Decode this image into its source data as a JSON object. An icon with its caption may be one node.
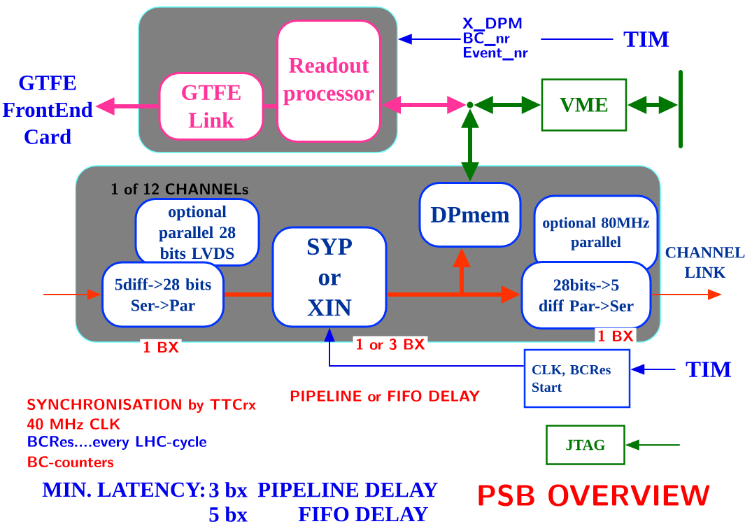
{
  "diagram": {
    "title": "PSB OVERVIEW",
    "nodes": [
      {
        "text": [],
        "shape": "box"
      },
      {
        "text": [
          "GTFE Link"
        ],
        "in": 0
      },
      {
        "text": [
          "Readout processor"
        ],
        "in": 0
      },
      {
        "text": [
          "GTFE FrontEnd Card"
        ]
      },
      {
        "text": [
          "TIM"
        ]
      },
      {
        "text": [],
        "shape": "point"
      },
      {
        "text": [
          "VME"
        ]
      },
      {
        "text": [],
        "shape": "bar"
      },
      {
        "text": [
          "1 of 12 CHANNELs"
        ]
      },
      {
        "text": [
          "optional parallel 28 bits LVDS"
        ],
        "in": 8
      },
      {
        "text": [
          "5diff->28 bits Ser->Par"
        ],
        "in": 8,
        "beside": [
          "1 BX"
        ]
      },
      {
        "text": [
          "SYP or XIN"
        ],
        "in": 8,
        "beside": [
          "1 or 3 BX"
        ]
      },
      {
        "text": [
          "DPmem"
        ],
        "in": 8
      },
      {
        "text": [
          "optional 80MHz parallel"
        ],
        "in": 8
      },
      {
        "text": [
          "28bits->5 diff Par->Ser"
        ],
        "in": 8,
        "beside": [
          "1 BX"
        ]
      },
      {
        "text": [
          "CHANNEL LINK"
        ]
      },
      {
        "text": [
          "CLK, BCRes Start"
        ]
      },
      {
        "text": [
          "TIM"
        ]
      },
      {
        "text": [
          "JTAG"
        ]
      }
    ],
    "edges": [
      {
        "from": 2,
        "to": 1,
        "arrow": "none",
        "color": "#ff3399"
      },
      {
        "from": 1,
        "to": 3,
        "arrow": "to",
        "color": "#ff3399"
      },
      {
        "from": 2,
        "to": 5,
        "arrow": "both",
        "color": "#ff3399"
      },
      {
        "from": 5,
        "to": 6,
        "arrow": "both",
        "color": "#007700"
      },
      {
        "from": 5,
        "to": 12,
        "arrow": "both",
        "color": "#007700"
      },
      {
        "from": 6,
        "to": 7,
        "arrow": "both",
        "color": "#007700"
      },
      {
        "from": 4,
        "to": 0,
        "arrow": "to",
        "label": "X_DPM BC_nr Event_nr",
        "color": "#0000ee"
      },
      {
        "from": null,
        "to": 10,
        "arrow": "to",
        "color": "#ff3300"
      },
      {
        "from": 10,
        "to": 11,
        "arrow": "none",
        "color": "#ff3300"
      },
      {
        "from": 11,
        "to": 14,
        "arrow": "to",
        "color": "#ff3300"
      },
      {
        "from": 11,
        "to": 12,
        "arrow": "to",
        "color": "#ff3300"
      },
      {
        "from": 14,
        "to": 15,
        "arrow": "to",
        "color": "#ff3300"
      },
      {
        "from": 16,
        "to": 11,
        "arrow": "to",
        "label": "PIPELINE or FIFO DELAY",
        "color": "#0000ee"
      },
      {
        "from": 17,
        "to": 16,
        "arrow": "to",
        "color": "#0000ee"
      },
      {
        "from": null,
        "to": 18,
        "arrow": "to",
        "color": "#007700"
      }
    ],
    "labels": [
      "SYNCHRONISATION by TTCrx",
      "40 MHz CLK",
      "BCRes....every LHC-cycle",
      "BC-counters",
      "MIN. LATENCY:",
      "3 bx",
      "PIPELINE DELAY",
      "5 bx",
      "FIFO DELAY"
    ]
  }
}
